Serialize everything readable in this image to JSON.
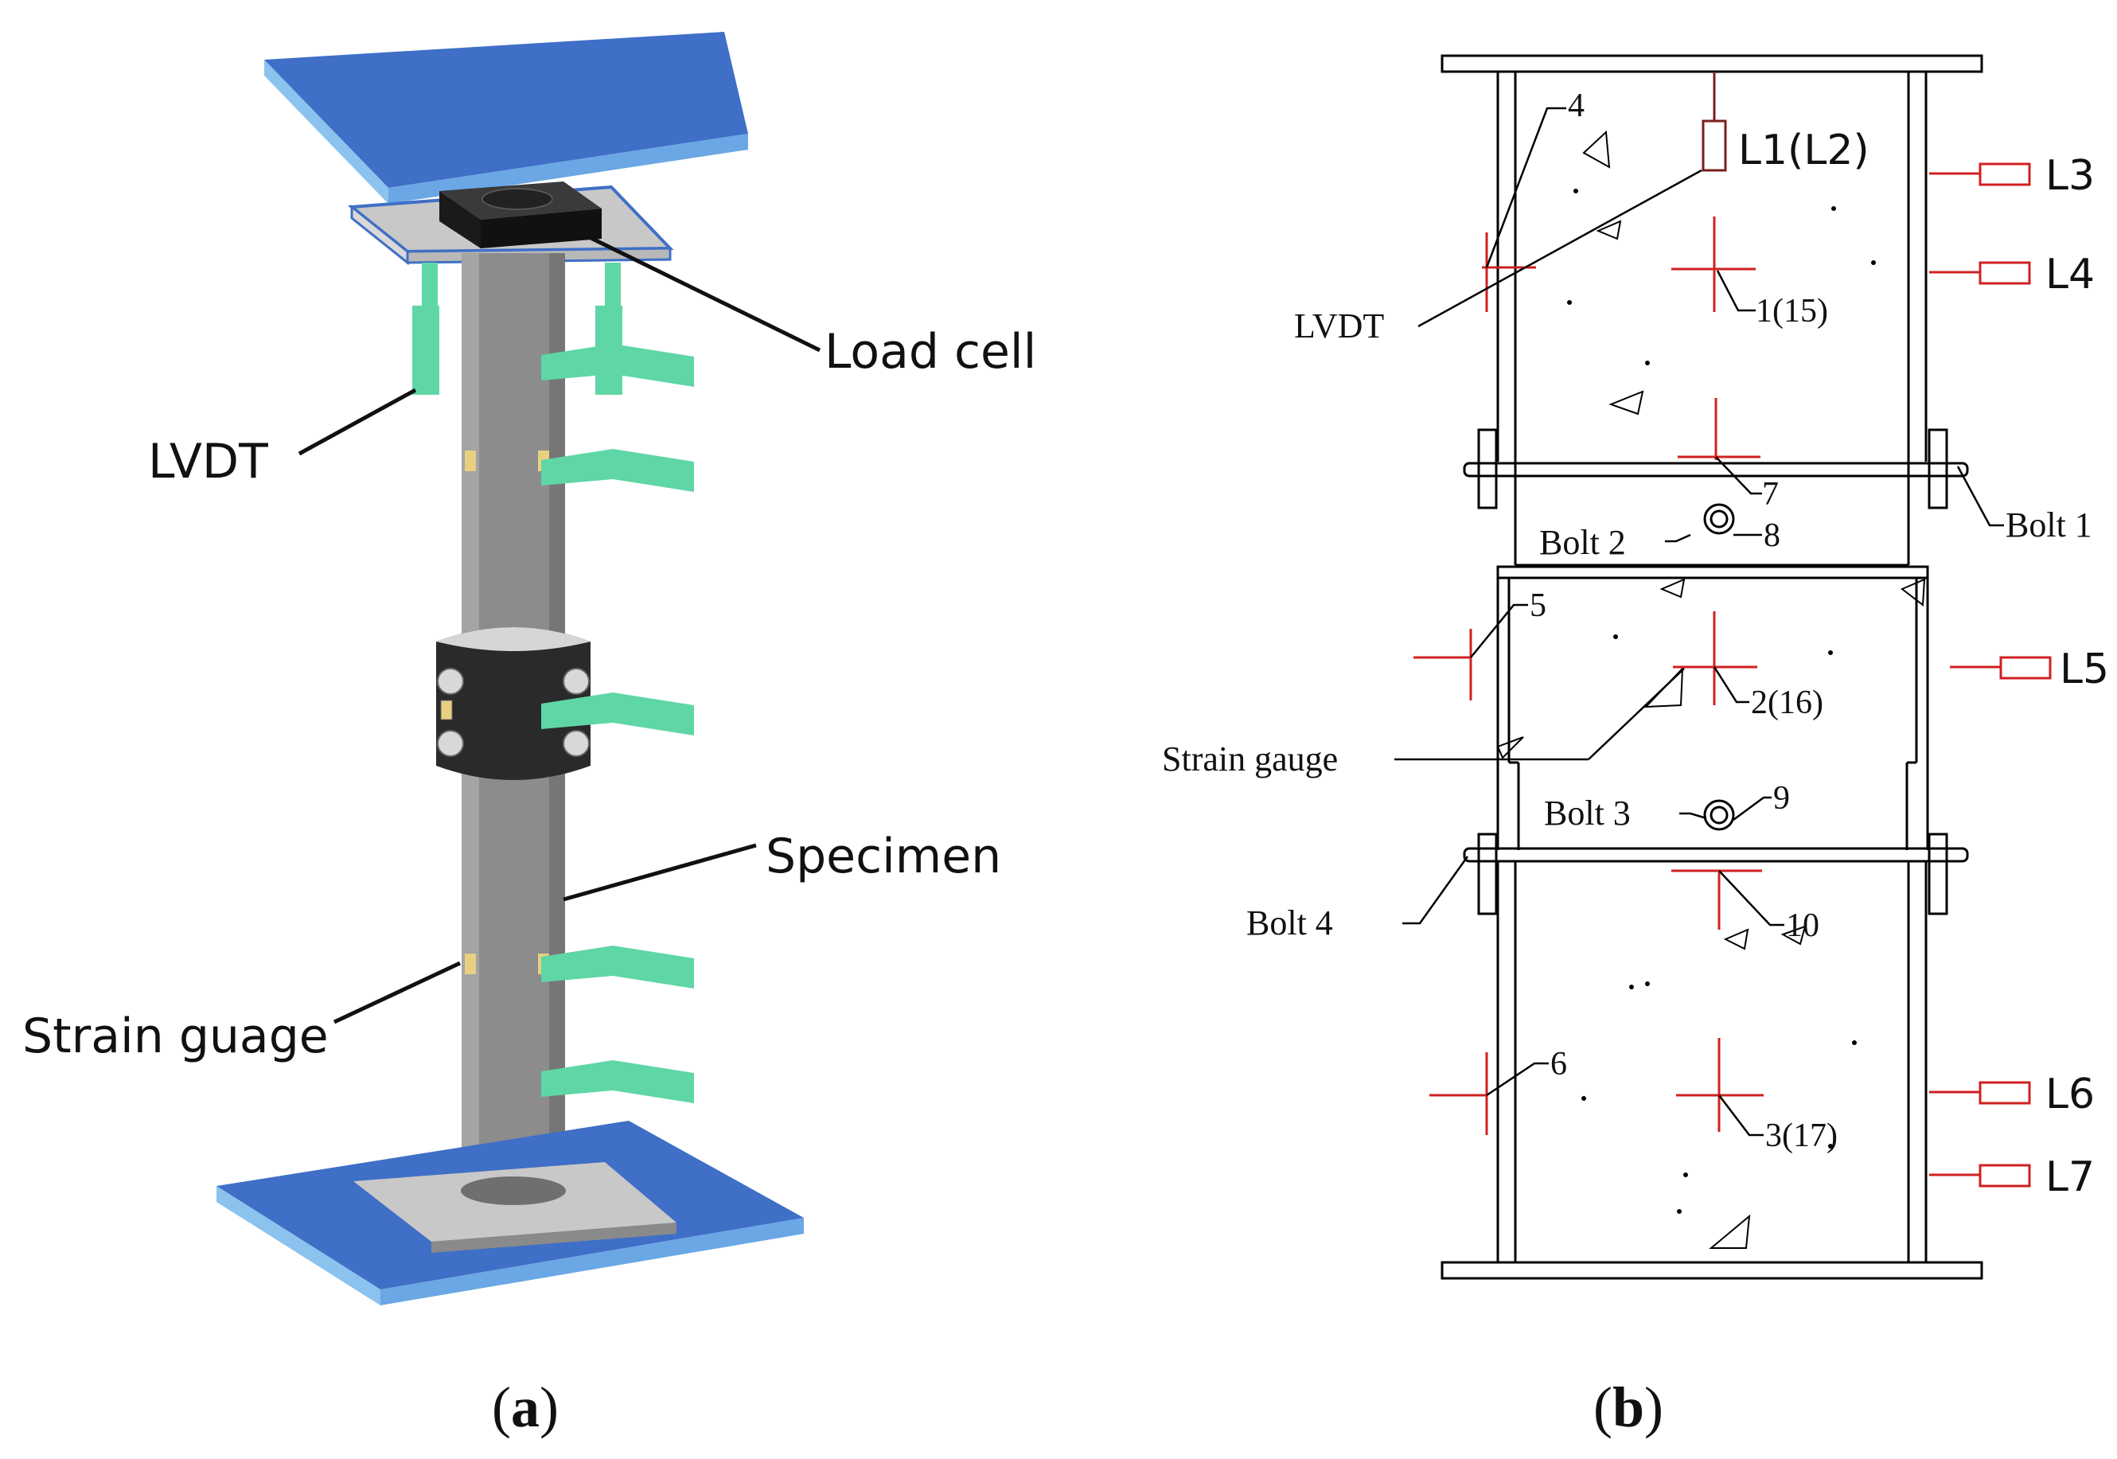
{
  "panel_a": {
    "caption_open": "(",
    "caption_letter": "a",
    "caption_close": ")",
    "labels": {
      "load_cell": "Load cell",
      "lvdt": "LVDT",
      "specimen": "Specimen",
      "strain_gauge": "Strain guage"
    },
    "colors": {
      "plate_top": "#3f6fc6",
      "plate_side": "#7fb6e8",
      "steel_plate": "#c8c8c8",
      "load_cell": "#222222",
      "column": "#8c8c8c",
      "collar": "#2a2a2a",
      "lvdt": "#5fd6a6",
      "gauge": "#e8d080"
    }
  },
  "panel_b": {
    "caption_open": "(",
    "caption_letter": "b",
    "caption_close": ")",
    "lvdt_top": "L1(L2)",
    "lvdt_side": [
      "L3",
      "L4",
      "L5",
      "L6",
      "L7"
    ],
    "gauge_numbers": [
      "4",
      "1(15)",
      "7",
      "8",
      "5",
      "2(16)",
      "9",
      "10",
      "6",
      "3(17)"
    ],
    "labels": {
      "lvdt": "LVDT",
      "bolt1": "Bolt 1",
      "bolt2": "Bolt 2",
      "bolt3": "Bolt 3",
      "bolt4": "Bolt 4",
      "strain_gauge": "Strain gauge"
    },
    "colors": {
      "outline": "#000000",
      "gauge_mark": "#d02020",
      "lvdt_mark": "#d02020",
      "lvdt_top_mark": "#7a1f1f"
    }
  }
}
